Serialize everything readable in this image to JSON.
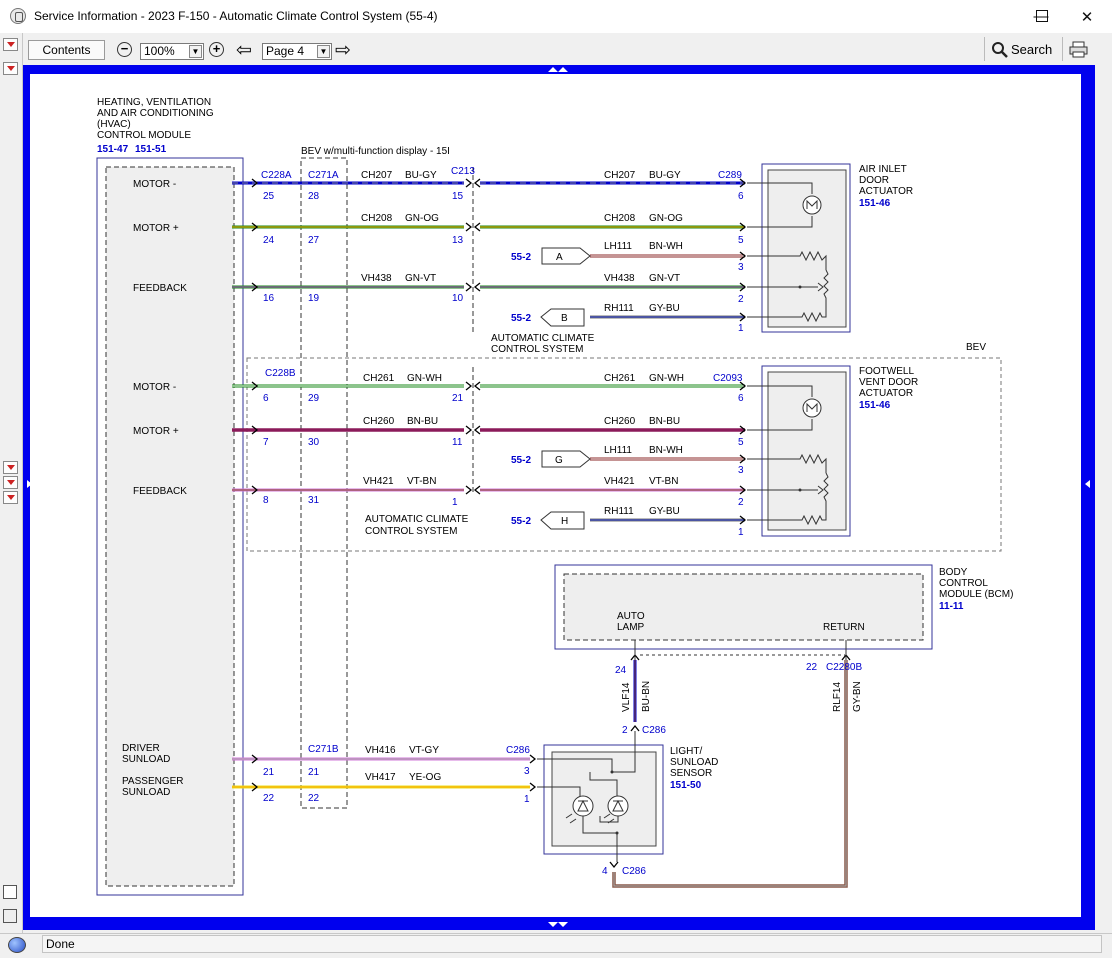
{
  "window": {
    "title": "Service Information - 2023 F-150 - Automatic Climate Control System (55-4)",
    "minimize": "—",
    "maximize": "☐",
    "close": "✕"
  },
  "toolbar": {
    "contents_label": "Contents",
    "zoom_value": "100%",
    "page_value": "Page 4",
    "search_label": "Search"
  },
  "status": {
    "text": "Done"
  },
  "diagram": {
    "hvac_module": {
      "name_lines": [
        "HEATING, VENTILATION",
        "AND AIR CONDITIONING",
        "(HVAC)",
        "CONTROL MODULE"
      ],
      "refs": [
        "151-47",
        "151-51"
      ]
    },
    "bev_mfd_label": "BEV w/multi-function display - 15I",
    "bev_label": "BEV",
    "acs_label_lines": [
      "AUTOMATIC CLIMATE",
      "CONTROL SYSTEM"
    ],
    "page_ref": "55-2",
    "pins": {
      "motor_minus": "MOTOR -",
      "motor_plus": "MOTOR +",
      "feedback": "FEEDBACK",
      "driver_sunload": [
        "DRIVER",
        "SUNLOAD"
      ],
      "passenger_sunload": [
        "PASSENGER",
        "SUNLOAD"
      ],
      "auto_lamp": [
        "AUTO",
        "LAMP"
      ],
      "return": "RETURN"
    },
    "connectors": {
      "c228a": "C228A",
      "c271a": "C271A",
      "c213": "C213",
      "c289": "C289",
      "c228b": "C228B",
      "c2093": "C2093",
      "c271b": "C271B",
      "c286": "C286",
      "c2280b": "C2280B"
    },
    "air_inlet": {
      "lines": [
        "AIR INLET",
        "DOOR",
        "ACTUATOR"
      ],
      "ref": "151-46"
    },
    "footwell": {
      "lines": [
        "FOOTWELL",
        "VENT DOOR",
        "ACTUATOR"
      ],
      "ref": "151-46"
    },
    "bcm": {
      "lines": [
        "BODY",
        "CONTROL",
        "MODULE (BCM)"
      ],
      "ref": "11-11"
    },
    "sensor": {
      "lines": [
        "LIGHT/",
        "SUNLOAD",
        "SENSOR"
      ],
      "ref": "151-50"
    },
    "flags": {
      "a": "A",
      "b": "B",
      "g": "G",
      "h": "H"
    },
    "circuits": {
      "ch207": "CH207",
      "bu_gy": "BU-GY",
      "ch208": "CH208",
      "gn_og": "GN-OG",
      "lh111": "LH111",
      "bn_wh": "BN-WH",
      "vh438": "VH438",
      "gn_vt": "GN-VT",
      "rh111": "RH111",
      "gy_bu": "GY-BU",
      "ch261": "CH261",
      "gn_wh": "GN-WH",
      "ch260": "CH260",
      "bn_bu": "BN-BU",
      "vh421": "VH421",
      "vt_bn": "VT-BN",
      "vh416": "VH416",
      "vt_gy": "VT-GY",
      "vh417": "VH417",
      "ye_og": "YE-OG",
      "vlf14": "VLF14",
      "bu_bn": "BU-BN",
      "rlf14": "RLF14",
      "gy_bn": "GY-BN"
    },
    "pin_numbers": {
      "p25": "25",
      "p28": "28",
      "p15": "15",
      "p6": "6",
      "p24": "24",
      "p27": "27",
      "p13": "13",
      "p5": "5",
      "p3": "3",
      "p16": "16",
      "p19": "19",
      "p10": "10",
      "p2": "2",
      "p1": "1",
      "p29": "29",
      "p21": "21",
      "p7": "7",
      "p30": "30",
      "p11": "11",
      "p8": "8",
      "p31": "31",
      "p22": "22",
      "p4": "4"
    }
  }
}
